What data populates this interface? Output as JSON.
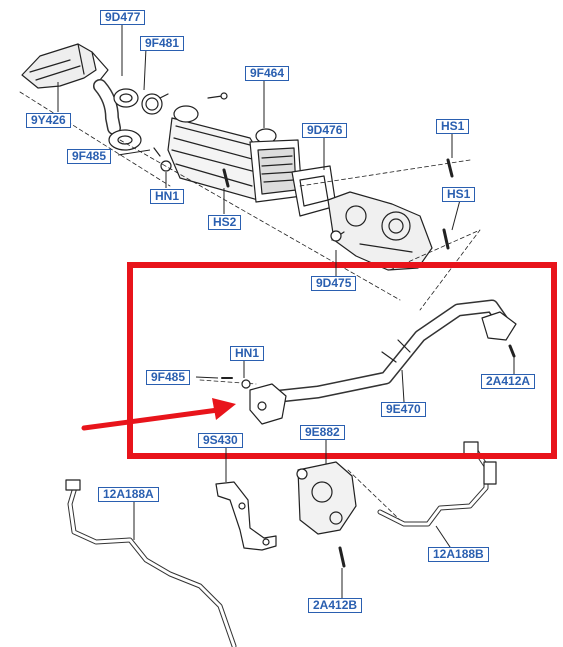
{
  "diagram": {
    "highlight_color": "#e8141b",
    "arrow_color": "#e8141b",
    "label_color": "#2a5fb0",
    "part_labels": {
      "p9d477": "9D477",
      "p9f481": "9F481",
      "p9y426": "9Y426",
      "p9f464": "9F464",
      "p9d476": "9D476",
      "phs1a": "HS1",
      "p9f485a": "9F485",
      "phs1b": "HS1",
      "phn1a": "HN1",
      "phs2": "HS2",
      "p9d475": "9D475",
      "phn1b": "HN1",
      "p9f485b": "9F485",
      "p2a412a": "2A412A",
      "p9e470": "9E470",
      "p9s430": "9S430",
      "p9e882": "9E882",
      "p12a188a": "12A188A",
      "p12a188b": "12A188B",
      "p2a412b": "2A412B"
    }
  }
}
